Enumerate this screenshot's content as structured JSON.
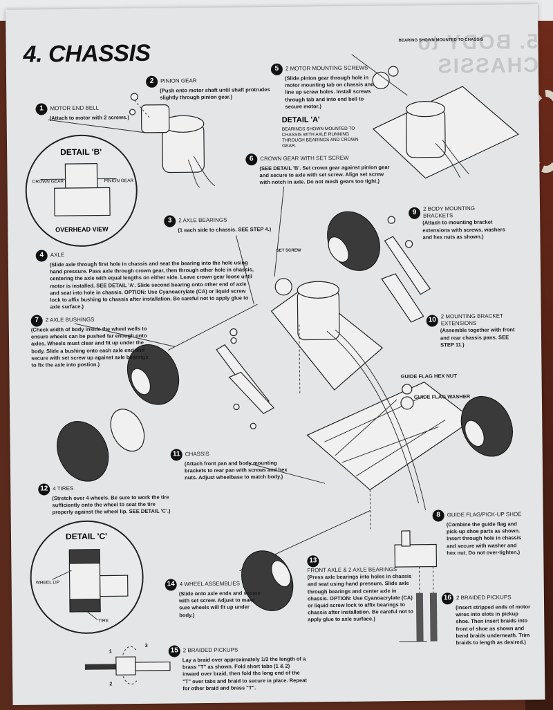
{
  "page": {
    "title": "4. CHASSIS",
    "ghost_title": "5. BODY to CHASSIS"
  },
  "steps": [
    {
      "num": "1",
      "name": "MOTOR END BELL",
      "body": "(Attach to motor with 2 screws.)"
    },
    {
      "num": "2",
      "name": "PINION GEAR",
      "body": "(Push onto motor shaft until shaft protrudes slightly through pinion gear.)"
    },
    {
      "num": "3",
      "name": "2 AXLE BEARINGS",
      "body": "(1 each side to chassis. SEE STEP 4.)"
    },
    {
      "num": "4",
      "name": "AXLE",
      "body": "(Slide axle through first hole in chassis and seat the bearing into the hole using hand pressure. Pass axle through crown gear, then through other hole in chassis, centering the axle with equal lengths on either side. Leave crown gear loose until motor is installed. SEE DETAIL 'A'. Slide second bearing onto other end of axle and seat into hole in chassis. OPTION: Use Cyanoacrylate (CA) or liquid screw lock to affix bushing to chassis after installation. Be careful not to apply glue to axle surface.)"
    },
    {
      "num": "5",
      "name": "2 MOTOR MOUNTING SCREWS",
      "body": "(Slide pinion gear through hole in motor mounting tab on chassis and line up screw holes. Install screws through tab and into end bell to secure motor.)"
    },
    {
      "num": "6",
      "name": "CROWN GEAR WITH SET SCREW",
      "body": "(SEE DETAIL 'B'. Set crown gear against pinion gear and secure to axle with set screw. Align set screw with notch in axle. Do not mesh gears too tight.)"
    },
    {
      "num": "7",
      "name": "2 AXLE BUSHINGS",
      "body": "(Check width of body inside the wheel wells to ensure wheels can be pushed far enough onto axles. Wheels must clear and fit up under the body. Slide a bushing onto each axle end and secure with set screw up against axle bearings to fix the axle into postion.)"
    },
    {
      "num": "8",
      "name": "GUIDE FLAG/PICK-UP SHOE",
      "body": "(Combine the guide flag and pick-up shoe parts as shown. Insert through hole in chassis and secure with washer and hex nut. Do not over-tighten.)"
    },
    {
      "num": "9",
      "name": "2 BODY MOUNTING BRACKETS",
      "body": "(Attach to mounting bracket extensions with screws, washers and hex nuts as shown.)"
    },
    {
      "num": "10",
      "name": "2 MOUNTING BRACKET EXTENSIONS",
      "body": "(Assemble together with front and rear chassis pans. SEE STEP 11.)"
    },
    {
      "num": "11",
      "name": "CHASSIS",
      "body": "(Attach front pan and body mounting brackets to rear pan with screws and hex nuts. Adjust wheelbase to match body.)"
    },
    {
      "num": "12",
      "name": "4 TIRES",
      "body": "(Stretch over 4 wheels. Be sure to work the tire sufficiently onto the wheel to seat the tire properly against the wheel lip. SEE DETAIL 'C'.)"
    },
    {
      "num": "13",
      "name": "FRONT AXLE & 2 AXLE BEARINGS",
      "body": "(Press axle bearings into holes in chassis and seat using hand pressure. Slide axle through bearings and center axle in chassis. OPTION: Use Cyanoacrylate (CA) or liquid screw lock to affix bearings to chassis after installation. Be careful not to apply glue to axle surface.)"
    },
    {
      "num": "14",
      "name": "4 WHEEL ASSEMBLIES",
      "body": "(Slide onto axle ends and secure with set screw. Adjust to make sure wheels will fit up under body.)"
    },
    {
      "num": "15",
      "name": "2 BRAIDED PICKUPS",
      "body": "Lay a braid over approximately 1/3 the length of a brass \"T\" as shown. Fold short tabs (1 & 2) inward over braid, then fold the long end of the \"T\" over tabs and braid to secure in place. Repeat for other braid and brass \"T\"."
    },
    {
      "num": "16",
      "name": "2 BRAIDED PICKUPS",
      "body": "(Insert stripped ends of motor wires into slots in pickup shoe. Then insert braids into front of shoe as shown and bend braids underneath. Trim braids to length as desired.)"
    }
  ],
  "detail_a": {
    "title": "DETAIL 'A'",
    "text": "BEARINGS SHOWN MOUNTED TO CHASSIS WITH AXLE RUNNING THROUGH BEARINGS AND CROWN GEAR.",
    "top_label": "BEARING SHOWN MOUNTED TO CHASSIS"
  },
  "detail_b": {
    "title": "DETAIL 'B'",
    "crown_gear": "CROWN GEAR",
    "pinion_gear": "PINION GEAR",
    "view": "OVERHEAD VIEW"
  },
  "detail_c": {
    "title": "DETAIL 'C'",
    "wheel_lip": "WHEEL LIP",
    "tire": "TIRE"
  },
  "labels": {
    "set_screw": "SET SCREW",
    "guide_flag_hex_nut": "GUIDE FLAG HEX NUT",
    "guide_flag_washer": "GUIDE FLAG WASHER",
    "fold1": "1",
    "fold2": "2",
    "fold3": "3"
  },
  "colors": {
    "paper": "#e3e5e6",
    "ink": "#111111",
    "background": "#5a2b1c"
  }
}
